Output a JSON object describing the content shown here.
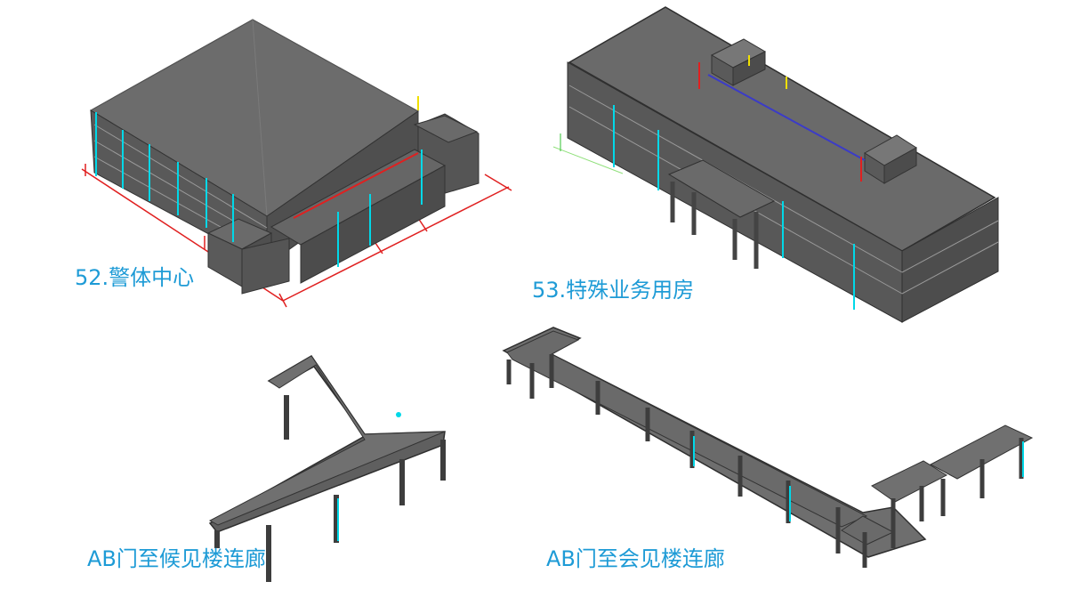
{
  "labels": {
    "building_52": "52.警体中心",
    "building_53": "53.特殊业务用房",
    "corridor_1": "AB门至候见楼连廊",
    "corridor_2": "AB门至会见楼连廊"
  },
  "colors": {
    "label": "#1e9bd6",
    "roof": "#6a6a6a",
    "wall": "#5b5b5b",
    "dimension_red": "#e02020",
    "accent_cyan": "#00d8e8",
    "accent_blue": "#3b3bc8"
  }
}
